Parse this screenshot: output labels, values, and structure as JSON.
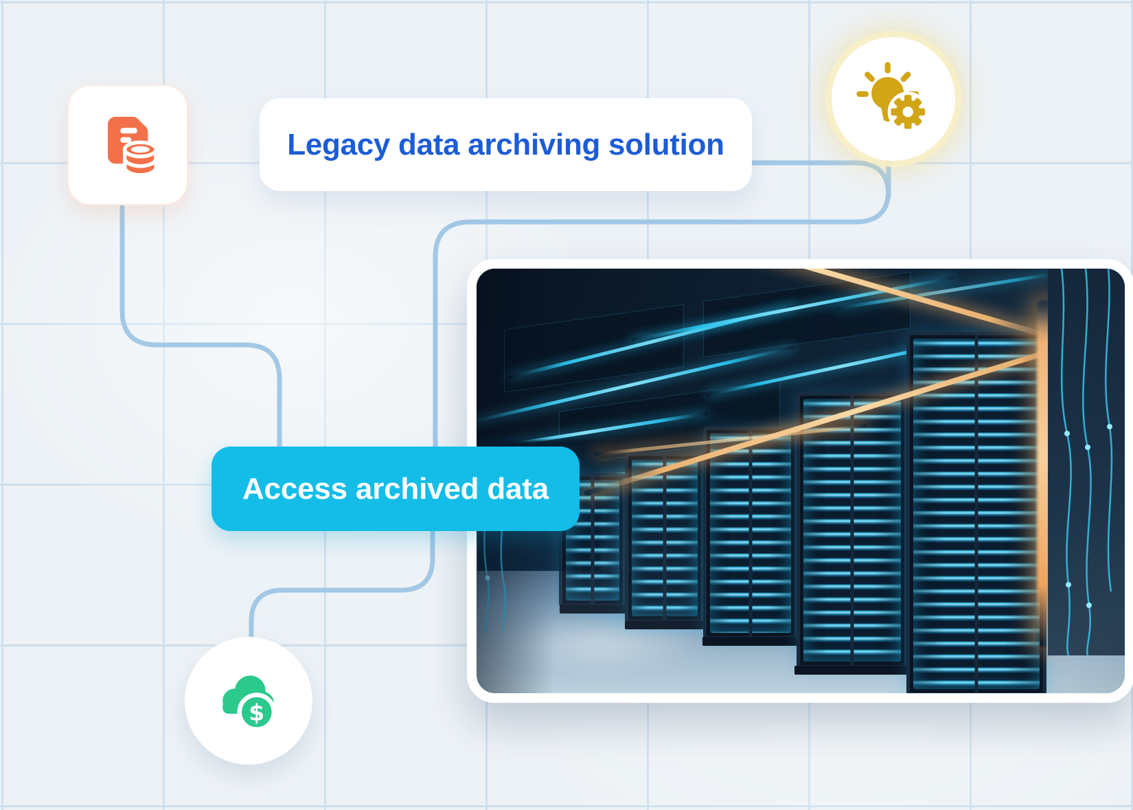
{
  "graphic": {
    "title_pill": "Legacy data archiving solution",
    "action_button": "Access archived data"
  },
  "icons": {
    "document_database": "document-database-icon",
    "lightbulb_gear": "lightbulb-gear-icon",
    "cloud_dollar": "cloud-dollar-icon"
  },
  "image": {
    "description": "Dark data center server room with rows of racks glowing cyan, orange light beams crossing the ceiling and a reflective floor"
  },
  "colors": {
    "background": "#edf2f6",
    "grid_line": "#cfe0ee",
    "pill_text": "#1c5cd7",
    "button_bg": "#13bde8",
    "button_text": "#ffffff",
    "connector": "#a3c8e6",
    "doc_icon": "#f3714a",
    "bulb_icon": "#d2a517",
    "cloud_icon": "#2bc98c"
  }
}
